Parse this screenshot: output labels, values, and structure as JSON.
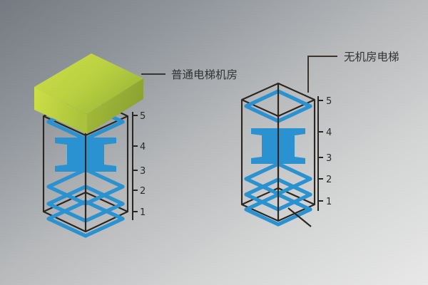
{
  "diagram": {
    "title_alt": "",
    "background": {
      "gradient_from": "#767b82",
      "gradient_to": "#e7e7e7"
    },
    "colors": {
      "shaft_frame": "#2b2620",
      "rail_blue": "#2a92d0",
      "car_blue": "#2a92d0",
      "machine_room_top": "#c3d93c",
      "machine_room_front": "#b7cb3e",
      "machine_room_side": "#8fa634",
      "leader_line": "#3a352f",
      "axis_line": "#2b2620",
      "text": "#333333"
    },
    "units": {
      "left": {
        "id": "traditional-elevator",
        "label": "普通电梯机房",
        "has_machine_room": true,
        "floor_labels": [
          "5",
          "4",
          "3",
          "2",
          "1"
        ],
        "car_between_floors": [
          3,
          4
        ]
      },
      "right": {
        "id": "machine-room-less-elevator",
        "label": "无机房电梯",
        "has_machine_room": false,
        "floor_labels": [
          "5",
          "4",
          "3",
          "2",
          "1"
        ],
        "car_between_floors": [
          3,
          4
        ]
      }
    }
  }
}
